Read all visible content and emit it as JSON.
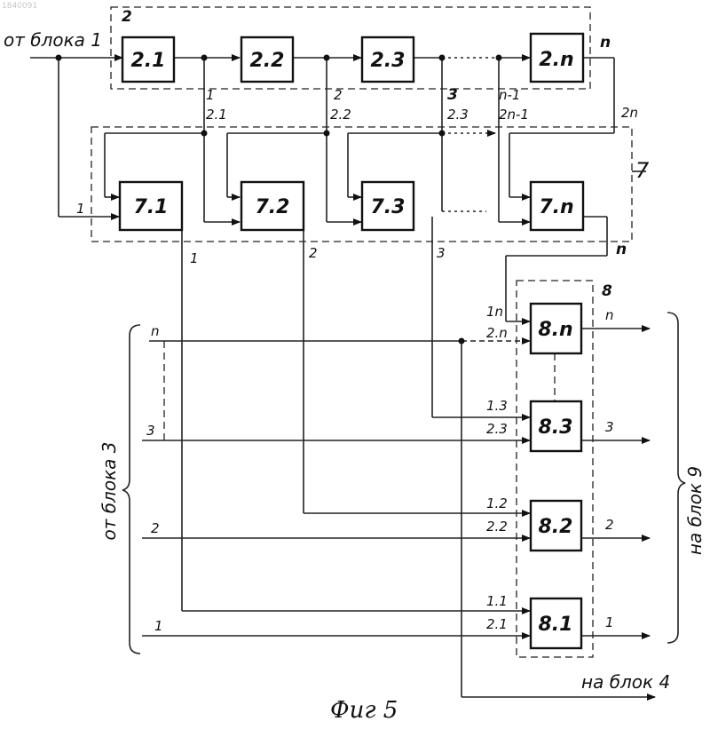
{
  "watermark": "1840091",
  "captions": {
    "input_block1": "от блока 1",
    "input_block3": "от блока 3",
    "output_block9": "на блок 9",
    "output_block4": "на блок 4",
    "figure": "Фиг 5"
  },
  "groups": {
    "g2": "2",
    "g7": "7",
    "g8": "8"
  },
  "blocks": {
    "b21": "2.1",
    "b22": "2.2",
    "b23": "2.3",
    "b2n": "2.n",
    "b71": "7.1",
    "b72": "7.2",
    "b73": "7.3",
    "b7n": "7.n",
    "b8n": "8.n",
    "b83": "8.3",
    "b82": "8.2",
    "b81": "8.1"
  },
  "labels": {
    "n_top": "n",
    "n_mid": "n",
    "o21": "1",
    "o22": "2",
    "o23": "3",
    "o2n1": "n-1",
    "i21": "2.1",
    "i22": "2.2",
    "i23": "2.3",
    "i2n1": "2n-1",
    "i2n": "2n",
    "in71": "1",
    "o71": "1",
    "o72": "2",
    "o73": "3",
    "in8n_1": "1n",
    "in8n_2": "2.n",
    "in83_1": "1.3",
    "in83_2": "2.3",
    "in82_1": "1.2",
    "in82_2": "2.2",
    "in81_1": "1.1",
    "in81_2": "2.1",
    "out8n": "n",
    "out83": "3",
    "out82": "2",
    "out81": "1",
    "l3n": "n",
    "l33": "3",
    "l32": "2",
    "l31": "1"
  }
}
